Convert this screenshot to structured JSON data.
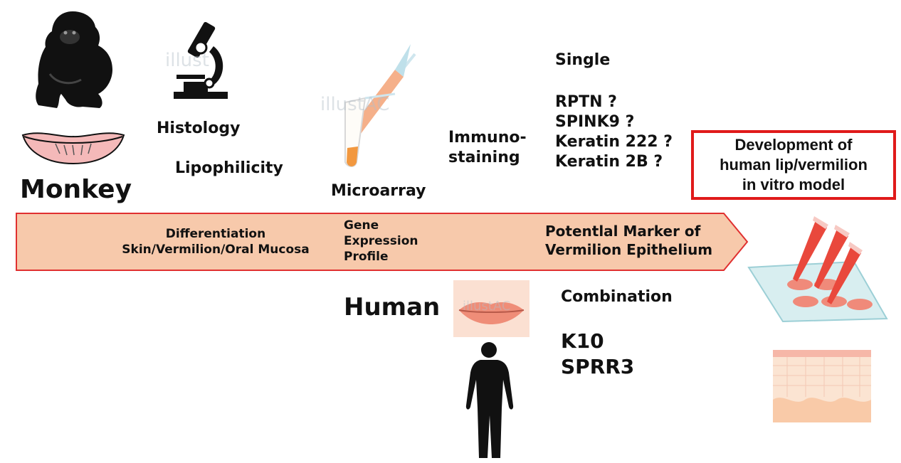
{
  "monkey": {
    "title": "Monkey"
  },
  "left_methods": {
    "histology": "Histology",
    "lipophilicity": "Lipophilicity"
  },
  "microarray": {
    "label": "Microarray"
  },
  "immunostaining": {
    "line1": "Immuno-",
    "line2": "staining"
  },
  "single": {
    "heading": "Single",
    "markers": [
      "RPTN ?",
      "SPINK9 ?",
      "Keratin 222 ?",
      "Keratin 2B ?"
    ]
  },
  "arrow_band": {
    "differentiation_line1": "Differentiation",
    "differentiation_line2": "Skin/Vermilion/Oral Mucosa",
    "gene_line1": "Gene",
    "gene_line2": "Expression",
    "gene_line3": "Profile",
    "marker_line1": "Potentlal Marker of",
    "marker_line2": "Vermilion Epithelium",
    "fill_color": "#f7c9ab",
    "stroke_color": "#e03030"
  },
  "goal": {
    "line1": "Development of",
    "line2": "human lip/vermilion",
    "line3": "in vitro model",
    "border_color": "#e01a1a"
  },
  "human": {
    "title": "Human"
  },
  "combination": {
    "heading": "Combination",
    "markers": [
      "K10",
      "SPRR3"
    ]
  }
}
